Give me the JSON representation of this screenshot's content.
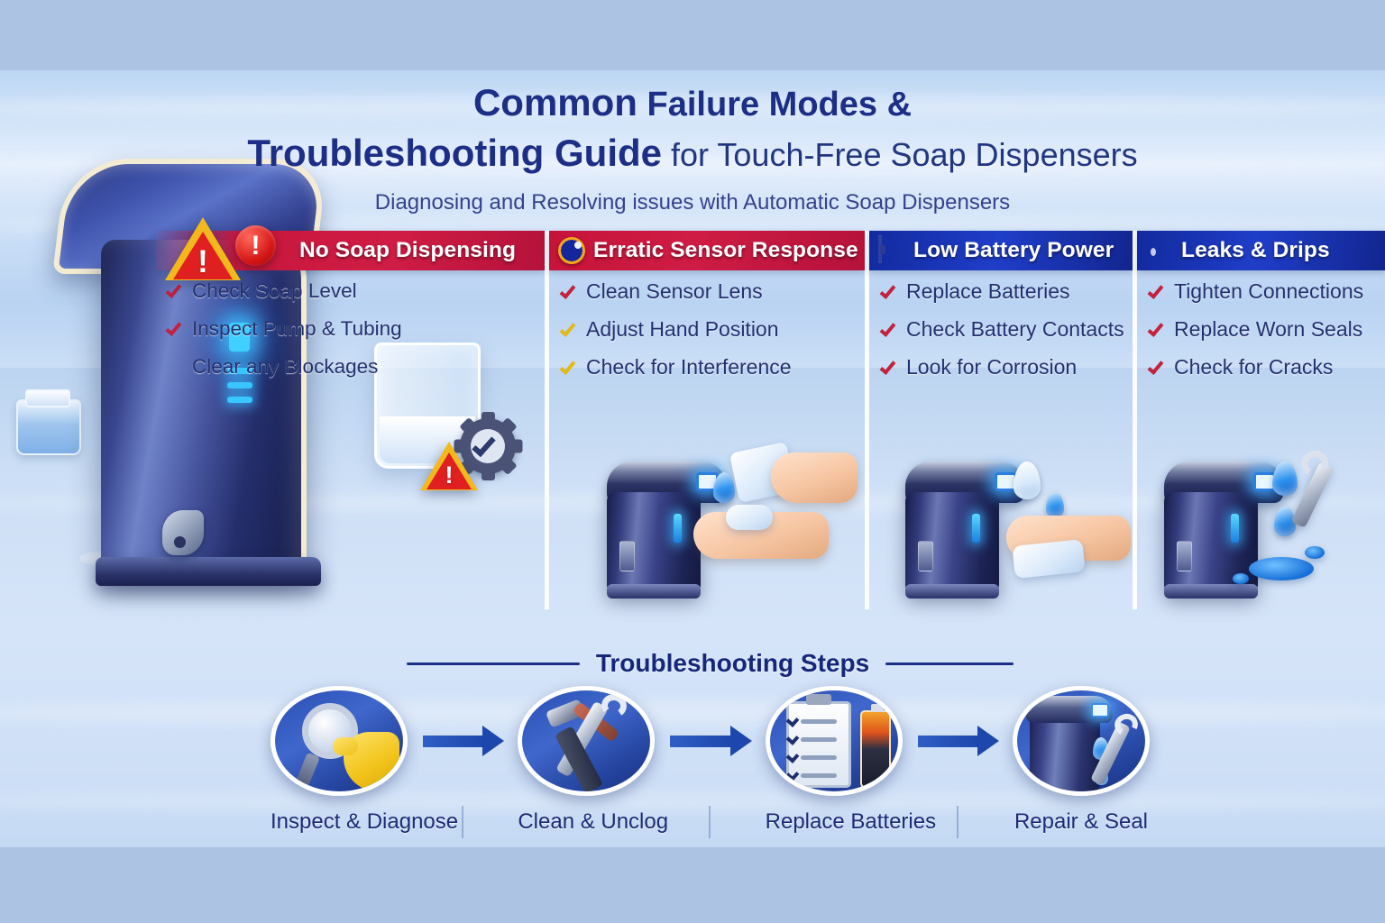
{
  "title": {
    "line1_bold": "Common",
    "line1_rest": "Failure Modes &",
    "line2_bold": "Troubleshooting Guide",
    "line2_rest": "for Touch-Free Soap Dispensers",
    "subtitle": "Diagnosing and Resolving issues with Automatic Soap Dispensers"
  },
  "colors": {
    "header_red": "#c8173d",
    "header_blue": "#1f3ec9",
    "title_navy": "#1c2e86",
    "check_red": "#c2223c",
    "check_gold": "#e3b818",
    "page_border": "#adc3e4"
  },
  "columns": [
    {
      "id": "no-soap-dispensing",
      "header": "No Soap Dispensing",
      "header_style": "red",
      "icon": "warning-triangle-icon",
      "items": [
        {
          "label": "Check Soap Level",
          "check": "red"
        },
        {
          "label": "Inspect Pump & Tubing",
          "check": "red"
        },
        {
          "label": "Clear any Blockages",
          "check": "none"
        }
      ]
    },
    {
      "id": "erratic-sensor-response",
      "header": "Erratic Sensor Response",
      "header_style": "red",
      "icon": "sensor-eye-icon",
      "items": [
        {
          "label": "Clean Sensor Lens",
          "check": "red"
        },
        {
          "label": "Adjust Hand Position",
          "check": "gold"
        },
        {
          "label": "Check for Interference",
          "check": "gold"
        }
      ]
    },
    {
      "id": "low-battery-power",
      "header": "Low Battery Power",
      "header_style": "blue",
      "icon": "battery-icon",
      "items": [
        {
          "label": "Replace Batteries",
          "check": "red"
        },
        {
          "label": "Check Battery Contacts",
          "check": "red"
        },
        {
          "label": "Look for Corrosion",
          "check": "red"
        }
      ]
    },
    {
      "id": "leaks-and-drips",
      "header": "Leaks & Drips",
      "header_style": "blue",
      "icon": "water-drop-icon",
      "items": [
        {
          "label": "Tighten Connections",
          "check": "red"
        },
        {
          "label": "Replace Worn Seals",
          "check": "red"
        },
        {
          "label": "Check for Cracks",
          "check": "red"
        }
      ]
    }
  ],
  "steps_section": {
    "title": "Troubleshooting Steps",
    "steps": [
      {
        "label": "Inspect & Diagnose",
        "icon": "magnifier-glove-icon"
      },
      {
        "label": "Clean & Unclog",
        "icon": "hammer-wrench-icon"
      },
      {
        "label": "Replace Batteries",
        "icon": "clipboard-battery-icon"
      },
      {
        "label": "Repair & Seal",
        "icon": "dispenser-wrench-icon"
      }
    ]
  }
}
